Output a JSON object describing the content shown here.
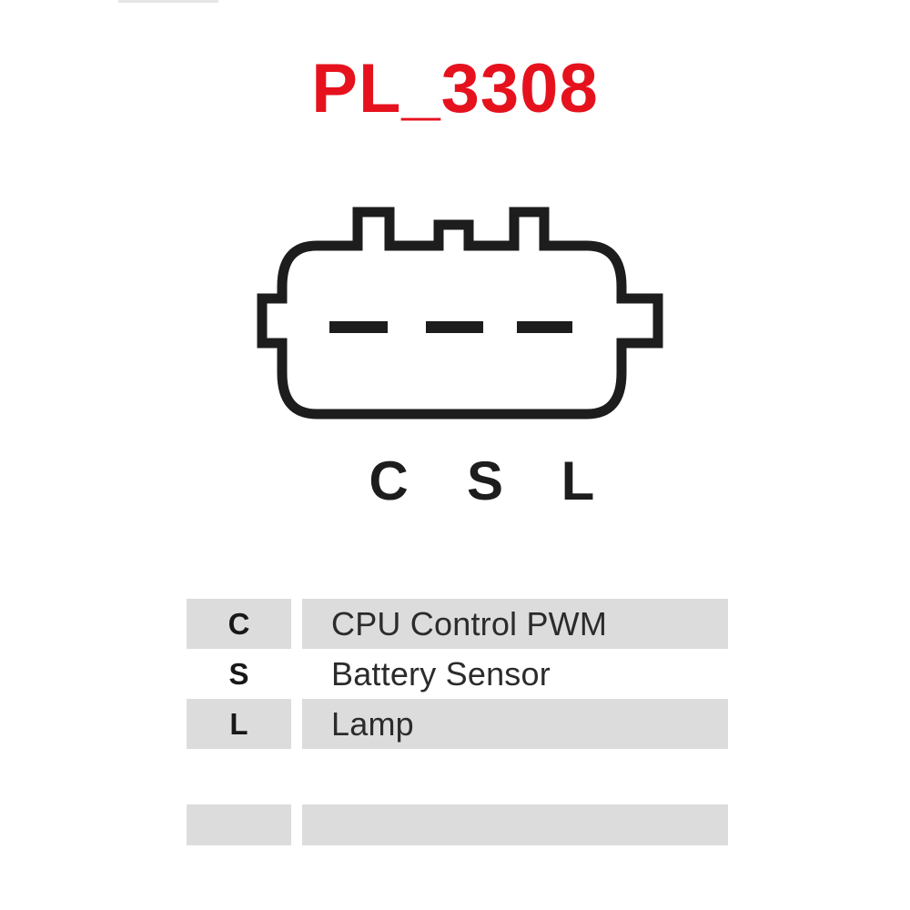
{
  "page": {
    "background_color": "#ffffff",
    "title_color": "#e5121e",
    "row_shade_color": "#dcdcdc",
    "line_color": "#1d1d1d"
  },
  "header": {
    "part_number": "PL_3308"
  },
  "connector": {
    "name": "3-pin alternator regulator connector",
    "pin_count": 3,
    "pin_labels": [
      "C",
      "S",
      "L"
    ],
    "top_tabs": 3,
    "side_tabs": 2
  },
  "legend": {
    "rows": [
      {
        "key": "C",
        "description": "CPU Control PWM"
      },
      {
        "key": "S",
        "description": "Battery Sensor"
      },
      {
        "key": "L",
        "description": "Lamp"
      }
    ],
    "footer_row": {
      "key": "",
      "description": ""
    }
  }
}
